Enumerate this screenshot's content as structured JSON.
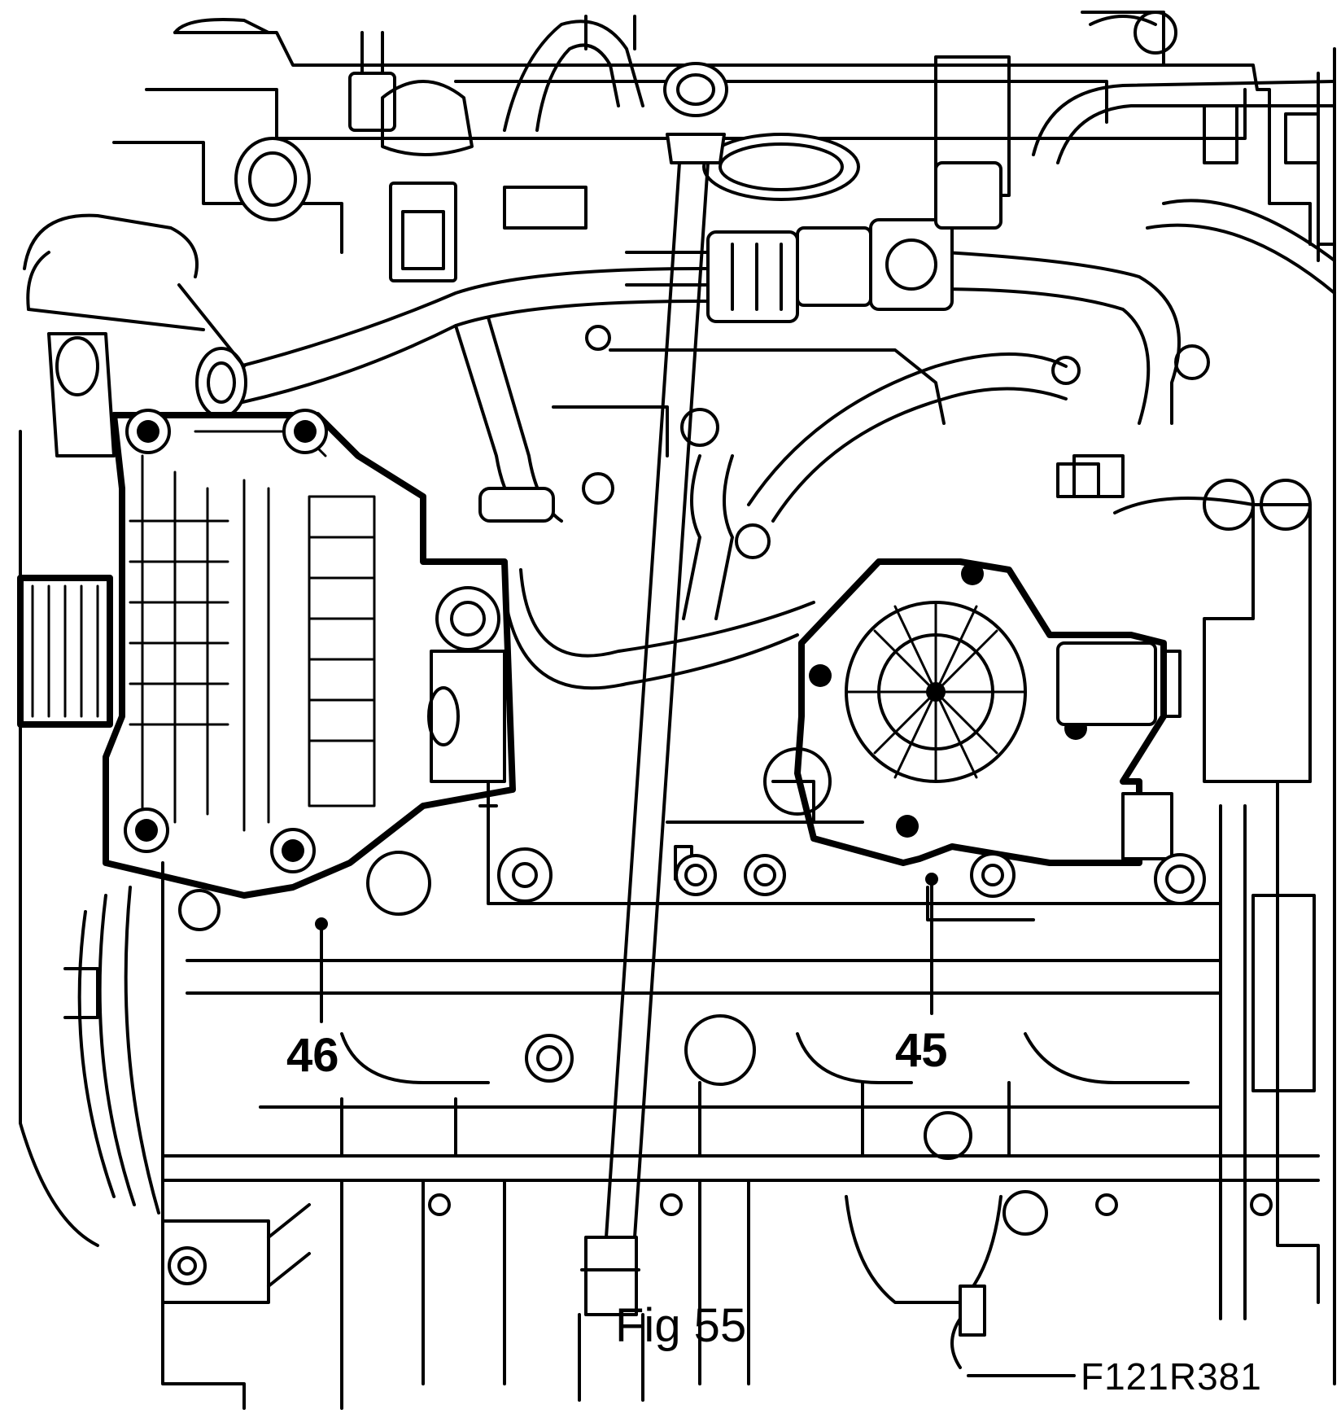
{
  "figure": {
    "caption": "Fig 55",
    "reference_code": "F121R381",
    "callouts": [
      {
        "id": "45",
        "label": "45"
      },
      {
        "id": "46",
        "label": "46"
      }
    ]
  },
  "colors": {
    "ink": "#000000",
    "paper": "#ffffff"
  }
}
